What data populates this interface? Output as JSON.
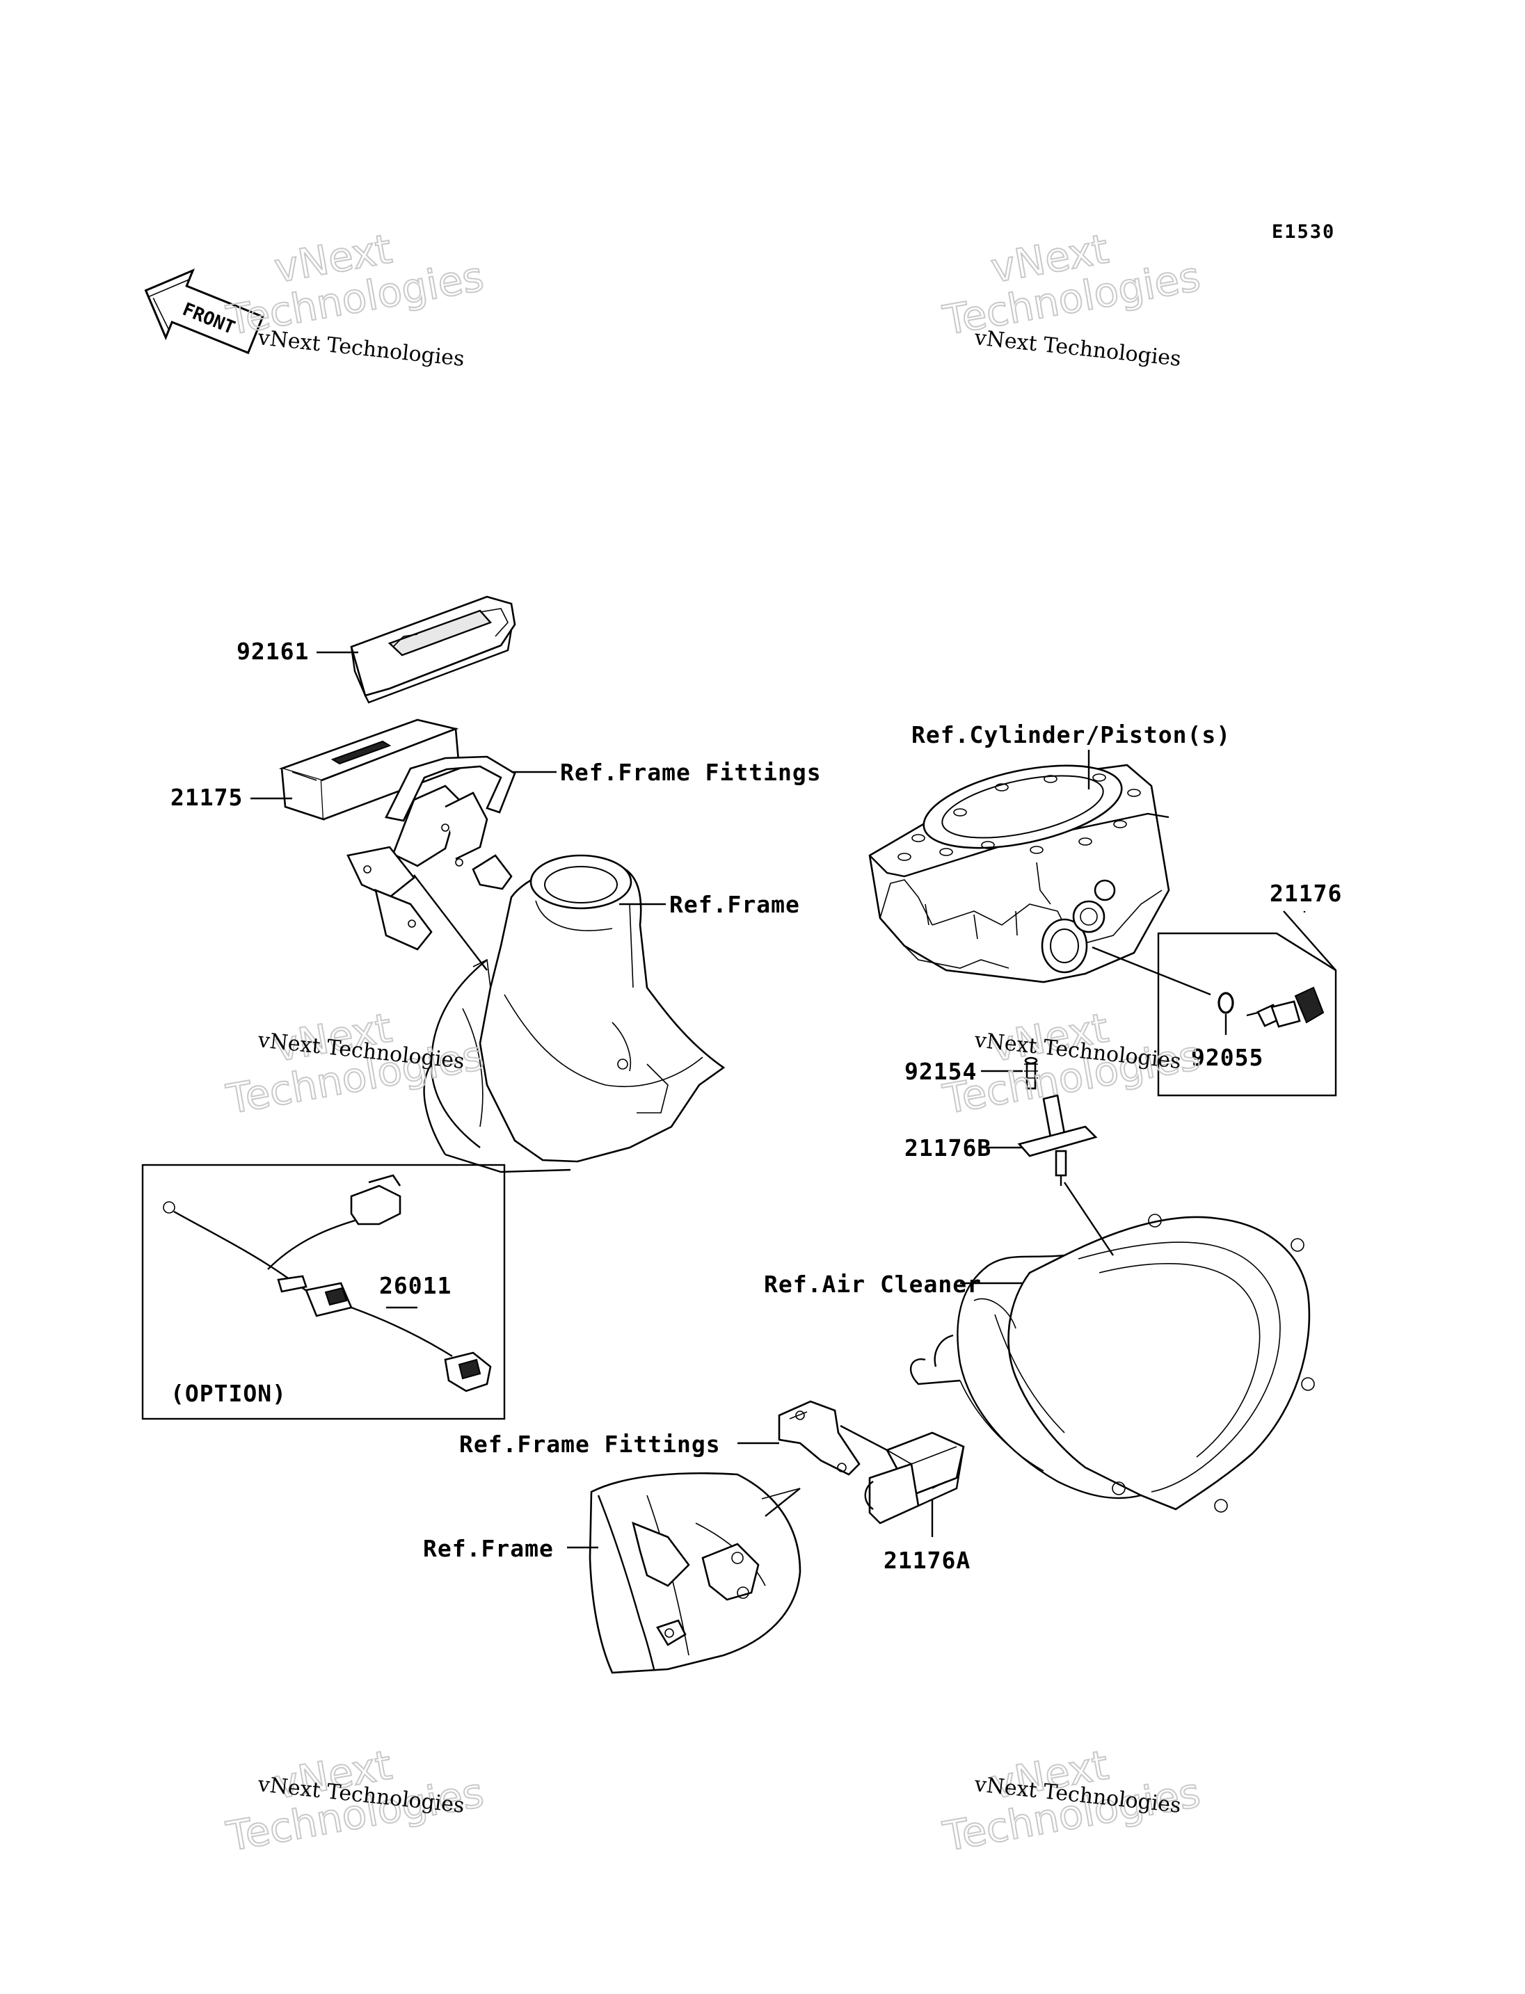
{
  "diagram_code": "E1530",
  "front_marker": "FRONT",
  "watermark": {
    "company": "vNext Technologies",
    "line1": "vNext",
    "line2": "Technologies"
  },
  "labels": {
    "part_92161": "92161",
    "part_21175": "21175",
    "ref_frame_fittings_top": "Ref.Frame Fittings",
    "ref_frame_top": "Ref.Frame",
    "ref_cylinder": "Ref.Cylinder/Piston(s)",
    "part_21176": "21176",
    "part_92055": "92055",
    "part_92154": "92154",
    "part_21176B": "21176B",
    "part_26011": "26011",
    "option_note": "(OPTION)",
    "ref_air_cleaner": "Ref.Air Cleaner",
    "ref_frame_fittings_bottom": "Ref.Frame Fittings",
    "ref_frame_bottom": "Ref.Frame",
    "part_21176A": "21176A"
  }
}
